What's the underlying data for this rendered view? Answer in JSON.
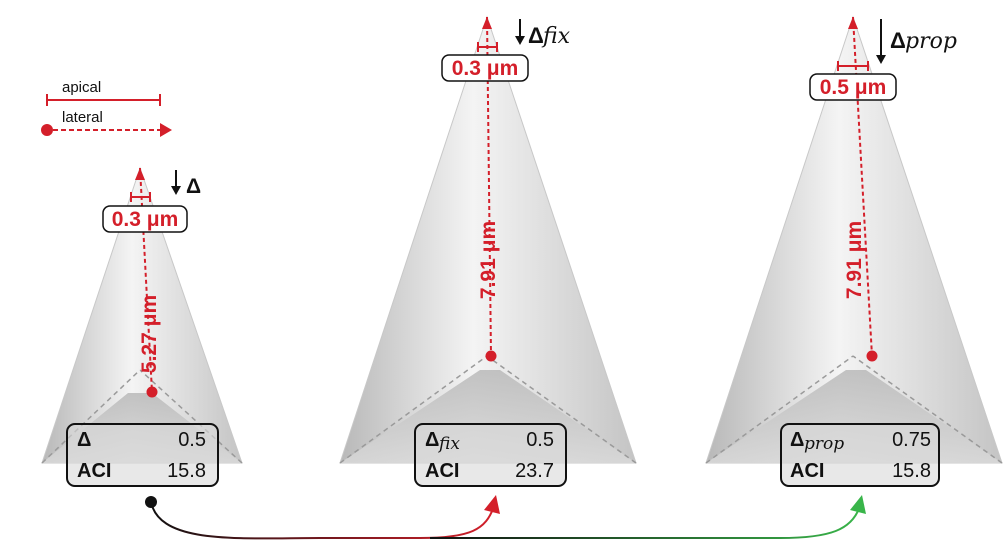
{
  "legend": {
    "apical": "apical",
    "lateral": "lateral"
  },
  "cones": [
    {
      "id": "base",
      "delta_symbol": "Δ",
      "delta_sub": "",
      "lateral_dim": "5.27 μm",
      "apical_dim": "0.3 μm",
      "table_delta_value": "0.5",
      "table_aci_label": "ACI",
      "table_aci_value": "15.8"
    },
    {
      "id": "fix",
      "delta_symbol": "Δ",
      "delta_sub": "fix",
      "lateral_dim": "7.91 μm",
      "apical_dim": "0.3 μm",
      "table_delta_value": "0.5",
      "table_aci_label": "ACI",
      "table_aci_value": "23.7"
    },
    {
      "id": "prop",
      "delta_symbol": "Δ",
      "delta_sub": "prop",
      "lateral_dim": "7.91 μm",
      "apical_dim": "0.5 μm",
      "table_delta_value": "0.75",
      "table_aci_label": "ACI",
      "table_aci_value": "15.8"
    }
  ],
  "colors": {
    "accent_red": "#d41f2a",
    "accent_green": "#39b54a",
    "cone_gray": "#bdbdbd"
  }
}
